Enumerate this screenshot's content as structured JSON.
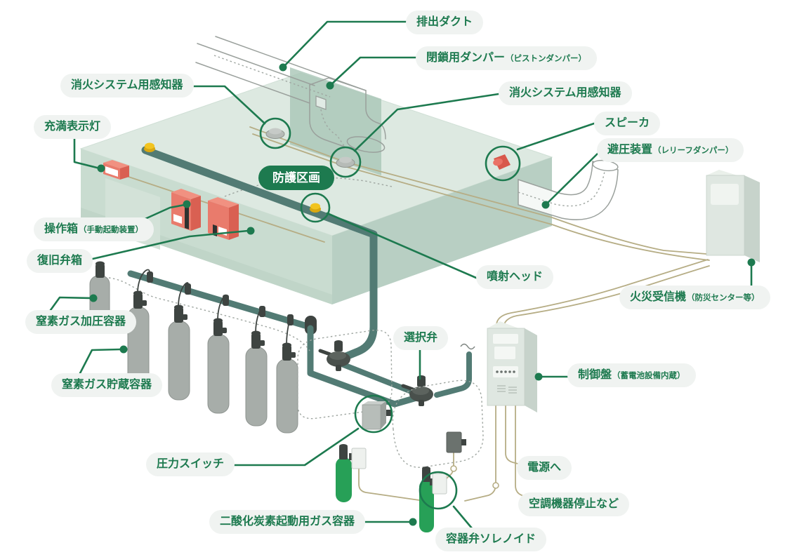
{
  "protected_zone_badge": "防護区画",
  "labels": [
    {
      "id": "exhaust-duct",
      "text": "排出ダクト",
      "sub": ""
    },
    {
      "id": "closing-damper",
      "text": "閉鎖用ダンパー",
      "sub": "（ピストンダンパー）"
    },
    {
      "id": "detector-left",
      "text": "消火システム用感知器",
      "sub": ""
    },
    {
      "id": "fill-indicator-lamp",
      "text": "充満表示灯",
      "sub": ""
    },
    {
      "id": "detector-right",
      "text": "消火システム用感知器",
      "sub": ""
    },
    {
      "id": "speaker",
      "text": "スピーカ",
      "sub": ""
    },
    {
      "id": "relief-device",
      "text": "避圧装置",
      "sub": "（レリーフダンパー）"
    },
    {
      "id": "operation-box",
      "text": "操作箱",
      "sub": "（手動起動装置）"
    },
    {
      "id": "recovery-valve-box",
      "text": "復旧弁箱",
      "sub": ""
    },
    {
      "id": "discharge-head",
      "text": "噴射ヘッド",
      "sub": ""
    },
    {
      "id": "fire-receiver",
      "text": "火災受信機",
      "sub": "（防災センター等）"
    },
    {
      "id": "n2-pressurizer",
      "text": "窒素ガス加圧容器",
      "sub": ""
    },
    {
      "id": "selector-valve",
      "text": "選択弁",
      "sub": ""
    },
    {
      "id": "control-panel",
      "text": "制御盤",
      "sub": "（蓄電池設備内蔵）"
    },
    {
      "id": "n2-storage",
      "text": "窒素ガス貯蔵容器",
      "sub": ""
    },
    {
      "id": "pressure-switch",
      "text": "圧力スイッチ",
      "sub": ""
    },
    {
      "id": "to-power",
      "text": "電源へ",
      "sub": ""
    },
    {
      "id": "hvac-stop",
      "text": "空調機器停止など",
      "sub": ""
    },
    {
      "id": "co2-starter",
      "text": "二酸化炭素起動用ガス容器",
      "sub": ""
    },
    {
      "id": "container-valve-solenoid",
      "text": "容器弁ソレノイド",
      "sub": ""
    }
  ],
  "colors": {
    "green": "#1d7a4f",
    "pill_bg": "#f0f3f1",
    "room_top": "#dde9e1",
    "room_front": "#c9dcd0",
    "room_right": "#b8cfc3",
    "room_wall": "#a9c6b7",
    "pipe": "#527b74",
    "wire": "#b6ad85",
    "outline": "#9aa09c",
    "cylinder": "#a7ada9",
    "valve_dark": "#3e4441",
    "red": "#e97b6c",
    "red_light": "#f19181",
    "red_dark": "#d96052",
    "yellow": "#f2c41f",
    "yellow_dark": "#d9a810",
    "starter_green": "#27a057",
    "panel_face": "#dfe7e1",
    "panel_side": "#c7d3cb",
    "white_panel": "#f4f7f4"
  }
}
